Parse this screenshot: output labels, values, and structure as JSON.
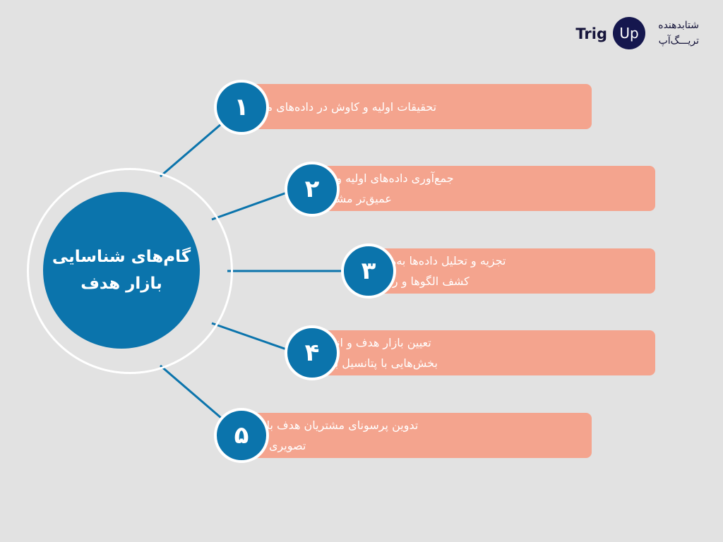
{
  "logo": {
    "brand_left": "Trig",
    "brand_badge": "Up",
    "tagline_line1": "شتابدهنده",
    "tagline_line2": "تریـــگ‌آپ"
  },
  "hub": {
    "title_line1": "گام‌های شناسایی",
    "title_line2": "بازار هدف"
  },
  "steps": [
    {
      "number": "۱",
      "line1": "تحقیقات اولیه و کاوش در داده‌های موجود",
      "line2": ""
    },
    {
      "number": "۲",
      "line1": "جمع‌آوری داده‌های اولیه و درک",
      "line2": "عمیق‌تر مشتریان"
    },
    {
      "number": "۳",
      "line1": "تجزیه و تحلیل داده‌ها به‌همراه",
      "line2": "کشف الگوها و روندها"
    },
    {
      "number": "۴",
      "line1": "تعیین بازار هدف و انتخاب",
      "line2": "بخش‌هایی با پتانسیل بیشتر"
    },
    {
      "number": "۵",
      "line1": "تدوین پرسونای مشتریان هدف با خلق",
      "line2": "تصویری جامع"
    }
  ],
  "colors": {
    "background": "#e2e2e2",
    "primary_blue": "#0b74ac",
    "bar_salmon": "#f4a48e",
    "logo_navy": "#15174e"
  }
}
